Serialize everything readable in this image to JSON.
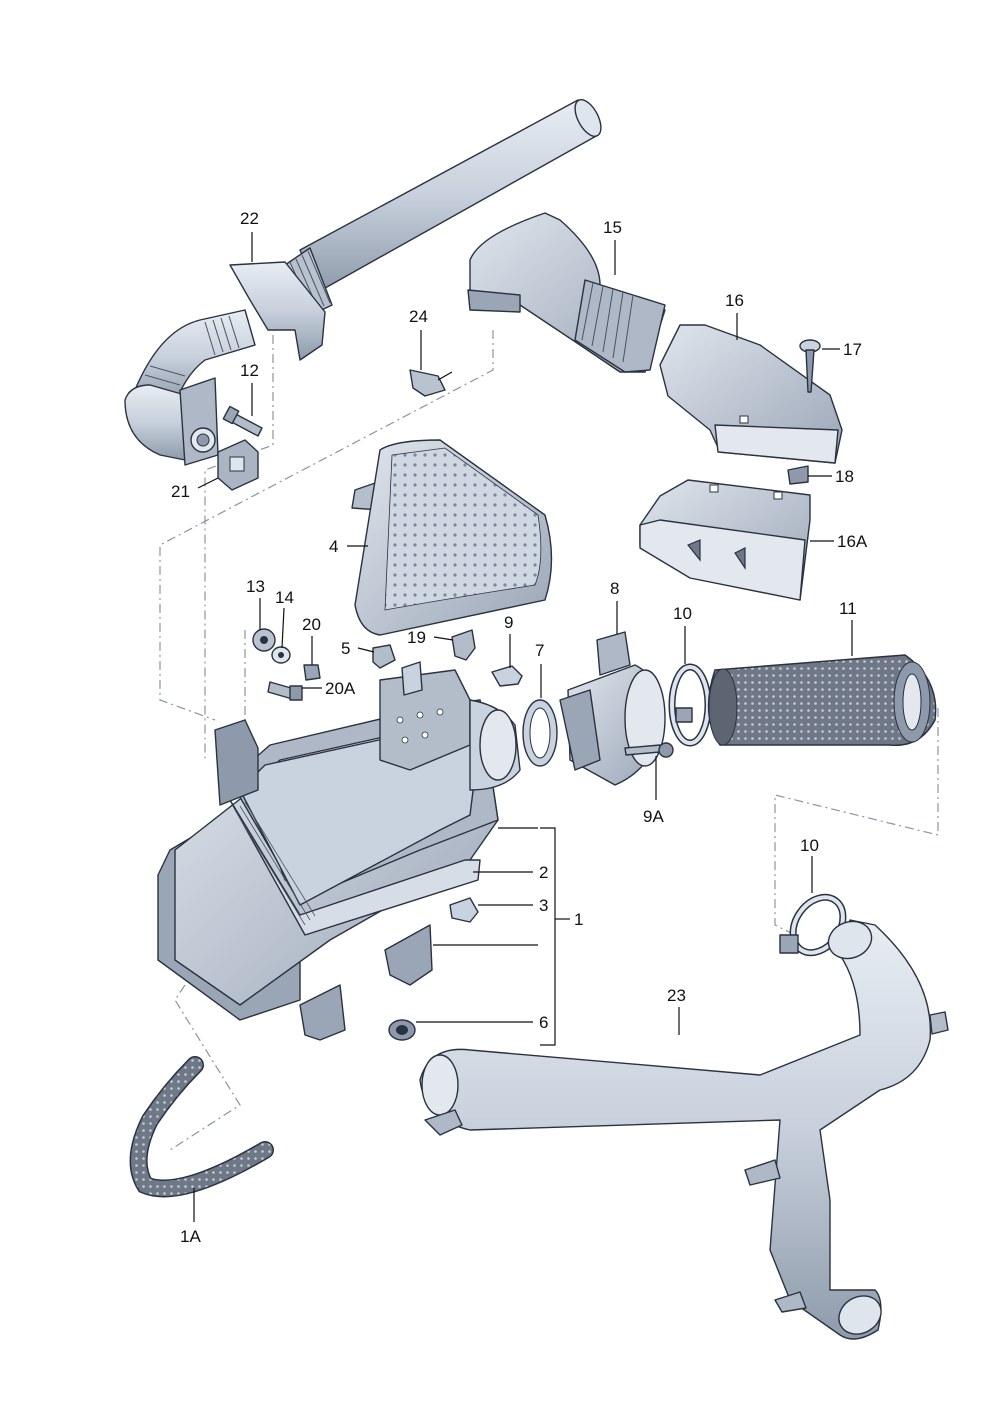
{
  "labels": {
    "l1": "1",
    "l1A": "1A",
    "l2": "2",
    "l3": "3",
    "l4": "4",
    "l5": "5",
    "l6": "6",
    "l7": "7",
    "l8": "8",
    "l9": "9",
    "l9A": "9A",
    "l10a": "10",
    "l10b": "10",
    "l11": "11",
    "l12": "12",
    "l13": "13",
    "l14": "14",
    "l15": "15",
    "l16": "16",
    "l16A": "16A",
    "l17": "17",
    "l18": "18",
    "l19": "19",
    "l20": "20",
    "l20A": "20A",
    "l21": "21",
    "l22": "22",
    "l23": "23",
    "l24": "24"
  },
  "colors": {
    "part_fill": "#c9d2df",
    "part_light": "#e3e8ef",
    "part_dark": "#8e9aab",
    "hose_dark": "#3c4450"
  }
}
